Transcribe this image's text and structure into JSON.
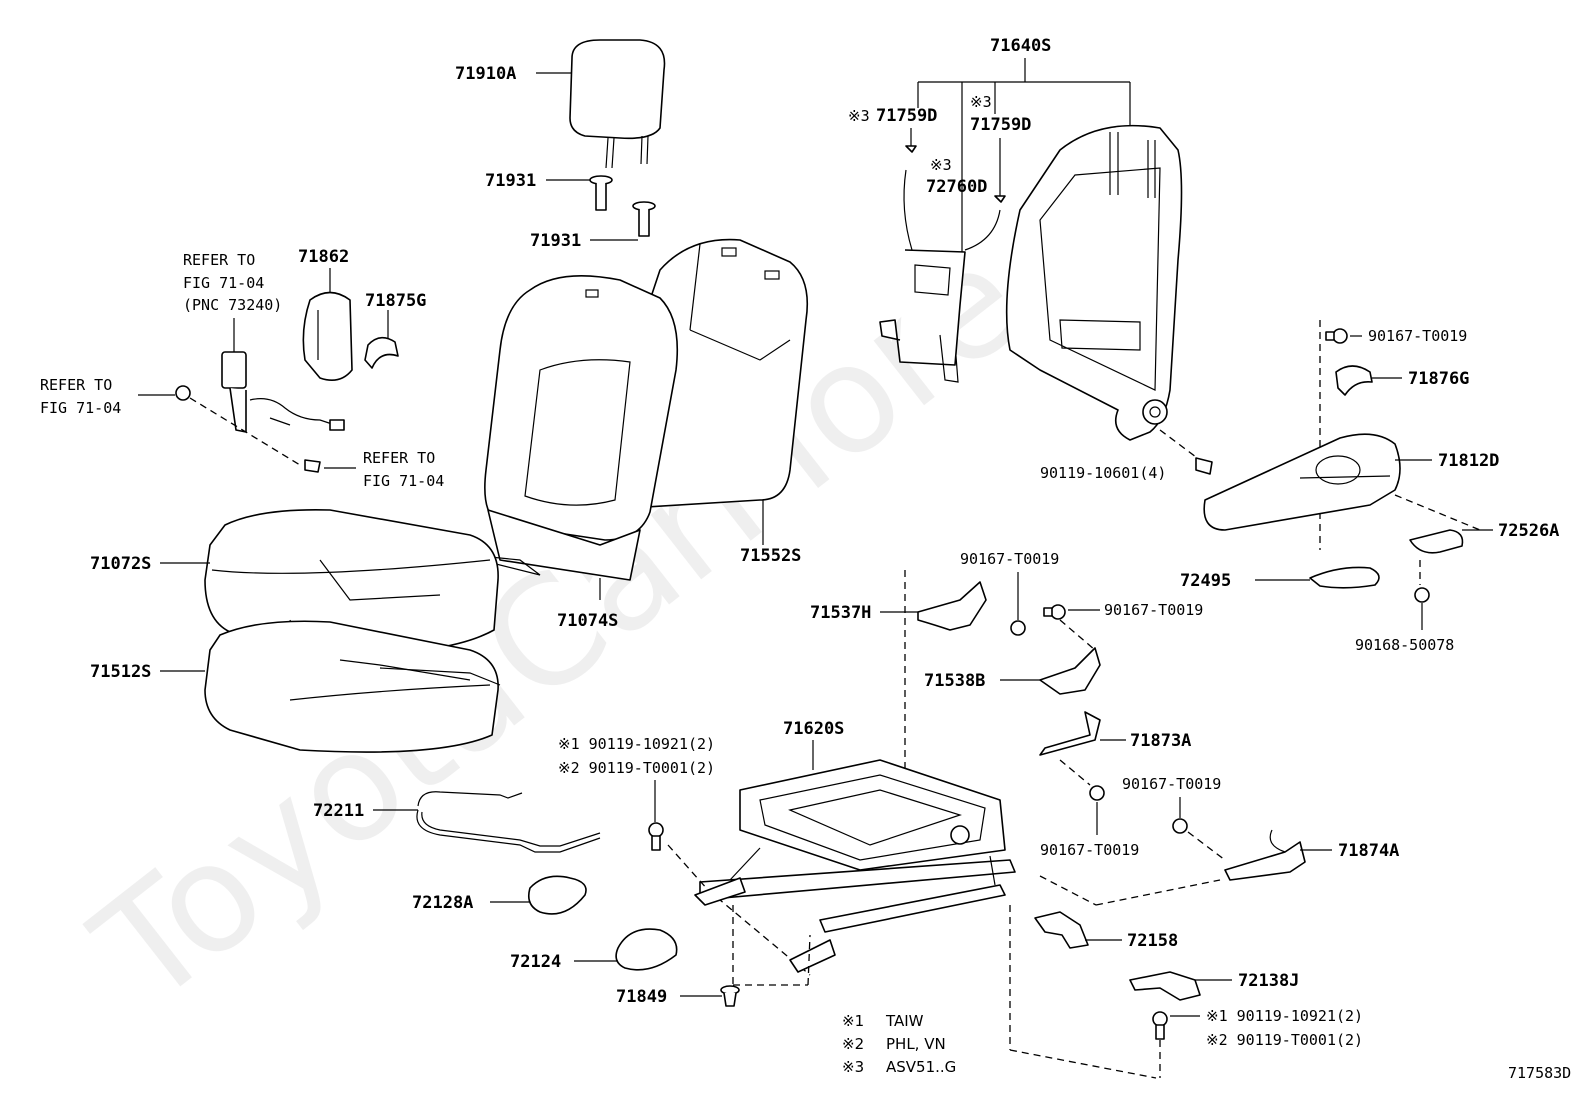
{
  "watermark": "ToyotaCarMore.ru",
  "diagram_id": "717583D",
  "parts": {
    "p71910A": "71910A",
    "p71931a": "71931",
    "p71931b": "71931",
    "p71640S": "71640S",
    "p71759Da_mark": "※3",
    "p71759Da": "71759D",
    "p71759Db_mark": "※3",
    "p71759Db": "71759D",
    "p72760D_mark": "※3",
    "p72760D": "72760D",
    "p71862": "71862",
    "p71875G": "71875G",
    "p90167_T0019_a": "90167-T0019",
    "p71876G": "71876G",
    "p71812D": "71812D",
    "p90119_10601": "90119-10601(4)",
    "p72526A": "72526A",
    "p72495": "72495",
    "p90168_50078": "90168-50078",
    "p71072S": "71072S",
    "p71552S": "71552S",
    "p71074S": "71074S",
    "p71512S": "71512S",
    "p90167_T0019_b": "90167-T0019",
    "p71537H": "71537H",
    "p90167_T0019_c": "90167-T0019",
    "p71538B": "71538B",
    "p71620S": "71620S",
    "p71873A": "71873A",
    "p90119_10921_a": "※1  90119-10921(2)",
    "p90119_T0001_a": "※2  90119-T0001(2)",
    "p90167_T0019_d": "90167-T0019",
    "p90167_T0019_e": "90167-T0019",
    "p71874A": "71874A",
    "p72211": "72211",
    "p72128A": "72128A",
    "p72124": "72124",
    "p71849": "71849",
    "p72158": "72158",
    "p72138J": "72138J",
    "p90119_10921_b": "※1  90119-10921(2)",
    "p90119_T0001_b": "※2  90119-T0001(2)"
  },
  "references": {
    "ref_belt_1": "REFER TO",
    "ref_belt_2": "FIG 71-04",
    "ref_belt_3": "(PNC 73240)",
    "ref_left_1": "REFER TO",
    "ref_left_2": "FIG 71-04",
    "ref_mid_1": "REFER TO",
    "ref_mid_2": "FIG 71-04"
  },
  "notes": {
    "n1_mark": "※1",
    "n1_text": "TAIW",
    "n2_mark": "※2",
    "n2_text": "PHL, VN",
    "n3_mark": "※3",
    "n3_text": "ASV51..G"
  }
}
